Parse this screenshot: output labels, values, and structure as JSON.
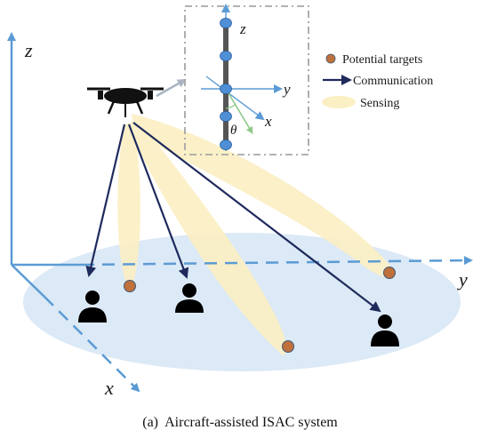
{
  "axes": {
    "x": "x",
    "y": "y",
    "z": "z"
  },
  "inset_axes": {
    "x": "x",
    "y": "y",
    "z": "z",
    "angle": "θ"
  },
  "legend": {
    "targets": "Potential targets",
    "communication": "Communication",
    "sensing": "Sensing"
  },
  "caption": "(a)  Aircraft-assisted ISAC system",
  "colors": {
    "axis": "#5b9bd5",
    "ground": "#dce9f6",
    "beam": "#fbefc4",
    "arrow": "#1f2a5c",
    "target_fill": "#c0703b",
    "array": "#555555",
    "element": "#4f8fd6",
    "inset_border": "#a6a6a6"
  }
}
